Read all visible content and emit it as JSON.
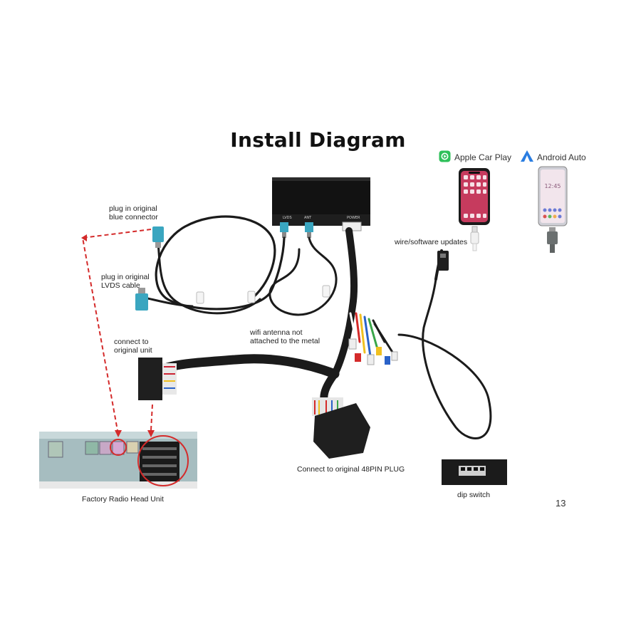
{
  "title": "Install Diagram",
  "brands": {
    "carplay": "Apple Car Play",
    "android": "Android Auto"
  },
  "box": {
    "port1": "LVDS",
    "port2": "ANT",
    "port3": "POWER"
  },
  "labels": {
    "blue_connector": "plug in original\nblue connector",
    "lvds_cable": "plug in original\nLVDS cable",
    "original_unit": "connect to\noriginal unit",
    "wifi": "wifi antenna not\nattached to the metal",
    "wire_updates": "wire/software updates",
    "plug48": "Connect to original 48PIN PLUG",
    "head_unit": "Factory Radio Head Unit",
    "dip": "dip switch"
  },
  "page_number": "13",
  "colors": {
    "accent_red": "#d42a2a",
    "blue_plug": "#3aa6c0",
    "cable": "#1b1b1b",
    "carplay_green": "#2ec05a",
    "android_blue": "#2a7de1"
  }
}
